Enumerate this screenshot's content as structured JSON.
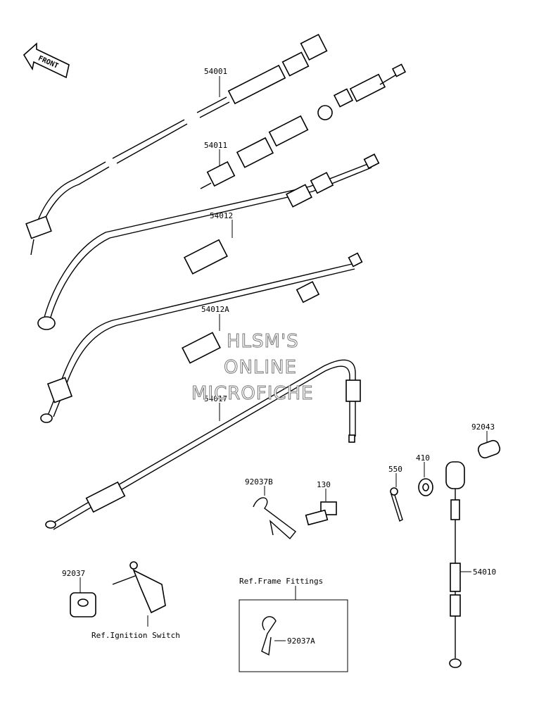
{
  "front_badge": "FRONT",
  "part_labels": {
    "p54001": "54001",
    "p54011": "54011",
    "p54012": "54012",
    "p54012A": "54012A",
    "p54017": "54017",
    "p92043": "92043",
    "p550": "550",
    "p410": "410",
    "p92037B": "92037B",
    "p130": "130",
    "p54010": "54010",
    "p92037": "92037",
    "p92037A": "92037A"
  },
  "refs": {
    "ignition_switch": "Ref.Ignition Switch",
    "frame_fittings": "Ref.Frame Fittings"
  },
  "watermark": {
    "line1": "HLSM'S",
    "line2": "ONLINE",
    "line3": "MICROFICHE"
  }
}
